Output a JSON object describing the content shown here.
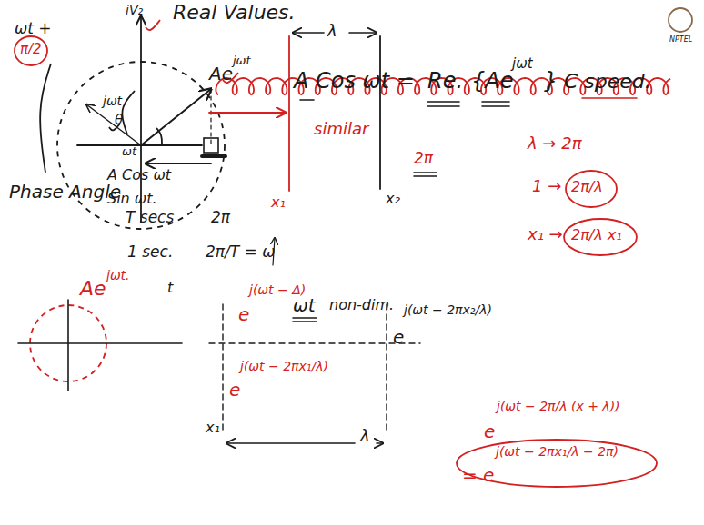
{
  "diagram": {
    "labels": [
      "Real Values.",
      "iV₂",
      "Ae",
      "jωt",
      "jωt",
      "θ",
      "ωt",
      "ωt +",
      "π/2",
      "Phase Angle",
      "A Cos ωt",
      "Sin ωt.",
      "λ",
      "x₁",
      "x₂",
      "A Cos ωt =",
      "Re.",
      "{Ae",
      "jωt",
      "}",
      "C speed.",
      "similar",
      "2π",
      "λ → 2π",
      "1 →",
      "2π/λ",
      "x₁ →",
      "2π/λ x₁",
      "T secs",
      "2π",
      "1 sec.",
      "2π/T = ω",
      "Ae",
      "jωt.",
      "t",
      "e",
      "j(ωt − Δ)",
      "ωt",
      "non-dim.",
      "e",
      "j(ωt − 2πx₂/λ)",
      "e",
      "j(ωt − 2πx₁/λ)",
      "x₁",
      "λ",
      "e",
      "j(ωt − 2π/λ (x + λ))",
      "= e",
      "j(ωt − 2πx₁/λ − 2π)",
      "NPTEL"
    ]
  }
}
